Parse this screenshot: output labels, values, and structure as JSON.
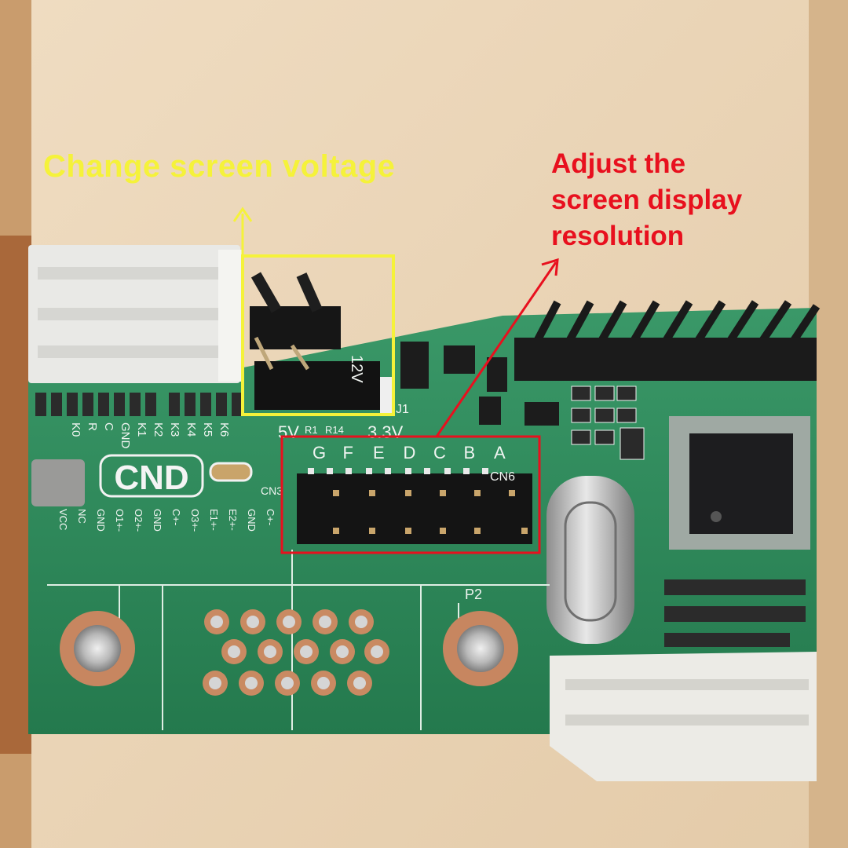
{
  "annotations": {
    "voltage": {
      "text": "Change screen voltage",
      "color": "#f5f23a"
    },
    "resolution": {
      "lines": [
        "Adjust the",
        "screen display",
        "resolution"
      ],
      "color": "#e8101e"
    }
  },
  "board": {
    "silkscreen": {
      "voltage_12": "12V",
      "voltage_5": "5V",
      "voltage_33": "3.3V",
      "r1": "R1",
      "r14": "R14",
      "j1": "J1",
      "jumper_letters": [
        "G",
        "F",
        "E",
        "D",
        "C",
        "B",
        "A"
      ],
      "cn6": "CN6",
      "cn3": "CN3",
      "p2": "P2",
      "logo": "CND",
      "key_labels": [
        "K0",
        "R",
        "C",
        "GND",
        "K1",
        "K2",
        "K3",
        "K4",
        "K5",
        "K6"
      ],
      "bottom_labels": [
        "VCC",
        "NC",
        "GND",
        "O1+-",
        "O2+-",
        "GND",
        "C+-",
        "O3+-",
        "E1+-",
        "E2+-",
        "GND",
        "C+-"
      ]
    }
  },
  "colors": {
    "paper": "#ead7bc",
    "pcb": "#2d8a5b",
    "voltage_box": "#f5f23a",
    "resolution_box": "#e8101e"
  }
}
